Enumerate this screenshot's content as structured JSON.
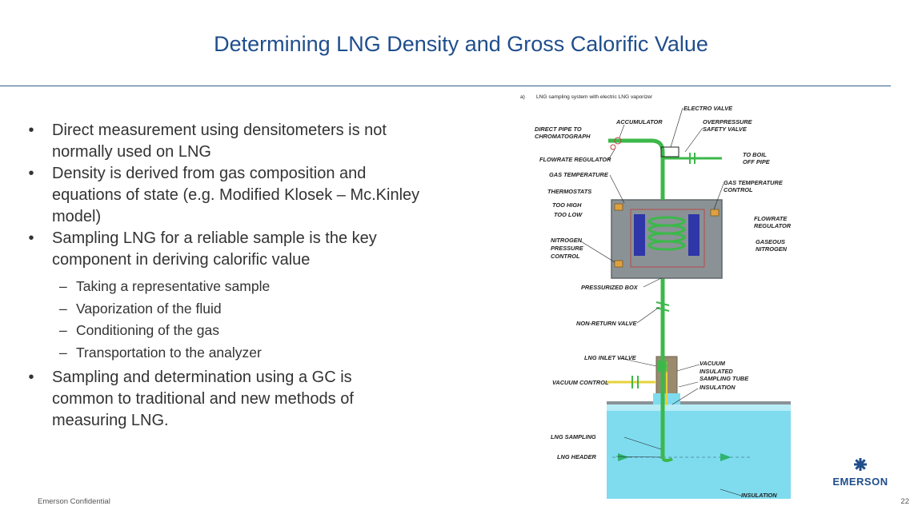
{
  "slide": {
    "title": "Determining LNG Density and Gross Calorific Value",
    "footer_left": "Emerson Confidential",
    "page_number": "22"
  },
  "bullets": [
    {
      "lines": [
        "Direct measurement using densitometers is not",
        "normally used on LNG"
      ]
    },
    {
      "lines": [
        "Density is derived from gas composition and",
        "equations of state (e.g. Modified Klosek – Mc.Kinley",
        "model)"
      ]
    },
    {
      "lines": [
        "Sampling LNG for a reliable sample is the key",
        "component in deriving calorific value"
      ]
    }
  ],
  "sub_bullets": [
    "Taking a representative sample",
    "Vaporization of the fluid",
    "Conditioning of the gas",
    "Transportation to the analyzer"
  ],
  "final_bullet": {
    "lines": [
      "Sampling and determination using a GC is",
      "common to traditional and new methods of",
      "measuring LNG."
    ]
  },
  "diagram": {
    "caption_prefix": "a)",
    "caption": "LNG sampling system with electric LNG vaporizer",
    "labels": {
      "electro_valve": "ELECTRO VALVE",
      "accumulator": "ACCUMULATOR",
      "overpressure_1": "OVERPRESSURE",
      "overpressure_2": "SAFETY VALVE",
      "direct_pipe_1": "DIRECT PIPE TO",
      "direct_pipe_2": "CHROMATOGRAPH",
      "boil_off_1": "TO BOIL",
      "boil_off_2": "OFF PIPE",
      "flowrate_regulator_top": "FLOWRATE REGULATOR",
      "gas_temperature": "GAS TEMPERATURE",
      "gas_temp_control_1": "GAS TEMPERATURE",
      "gas_temp_control_2": "CONTROL",
      "thermostats": "THERMOSTATS",
      "too_high": "TOO HIGH",
      "too_low": "TOO LOW",
      "flowrate_reg_right_1": "FLOWRATE",
      "flowrate_reg_right_2": "REGULATOR",
      "nitrogen_1": "NITROGEN",
      "nitrogen_2": "PRESSURE",
      "nitrogen_3": "CONTROL",
      "gaseous_1": "GASEOUS",
      "gaseous_2": "NITROGEN",
      "pressurized_box": "PRESSURIZED BOX",
      "non_return_valve": "NON-RETURN VALVE",
      "lng_inlet_valve": "LNG INLET VALVE",
      "vacuum_1": "VACUUM",
      "vacuum_2": "INSULATED",
      "vacuum_3": "SAMPLING TUBE",
      "vacuum_4": "INSULATION",
      "vacuum_control": "VACUUM CONTROL",
      "lng_sampling": "LNG SAMPLING",
      "lng_header": "LNG HEADER",
      "insulation": "INSULATION"
    }
  },
  "logo": {
    "text": "EMERSON",
    "color": "#1f4e8c"
  },
  "colors": {
    "title": "#1f4e8c",
    "pipe_green": "#3cb84a",
    "liquid": "#7fdcef",
    "box_gray": "#8a9296",
    "coil_blue": "#2f36a8"
  }
}
